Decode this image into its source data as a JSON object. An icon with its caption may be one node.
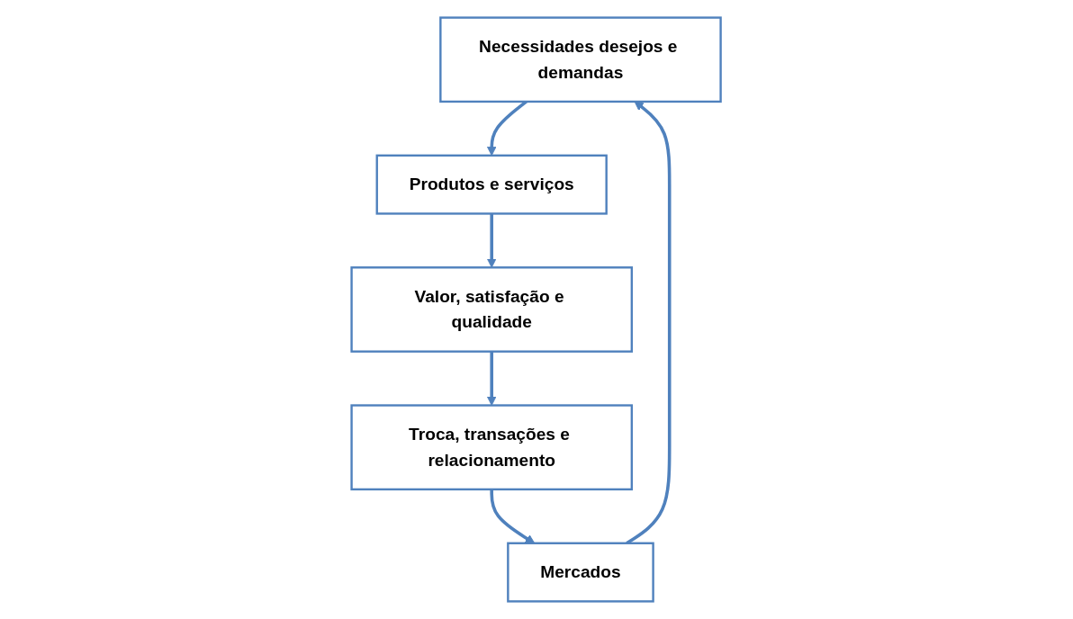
{
  "diagram": {
    "nodes": [
      {
        "text": [
          "Necessidades desejos e demandas"
        ]
      },
      {
        "text": [
          "Produtos e serviços"
        ]
      },
      {
        "text": [
          "Valor, satisfação e qualidade"
        ]
      },
      {
        "text": [
          "Troca, transações e relacionamento"
        ]
      },
      {
        "text": [
          "Mercados"
        ]
      }
    ],
    "edges": [
      {
        "from": 0,
        "to": 1,
        "arrow": "to"
      },
      {
        "from": 1,
        "to": 2,
        "arrow": "to"
      },
      {
        "from": 2,
        "to": 3,
        "arrow": "to"
      },
      {
        "from": 3,
        "to": 4,
        "arrow": "to"
      },
      {
        "from": 4,
        "to": 0,
        "arrow": "to"
      }
    ]
  }
}
